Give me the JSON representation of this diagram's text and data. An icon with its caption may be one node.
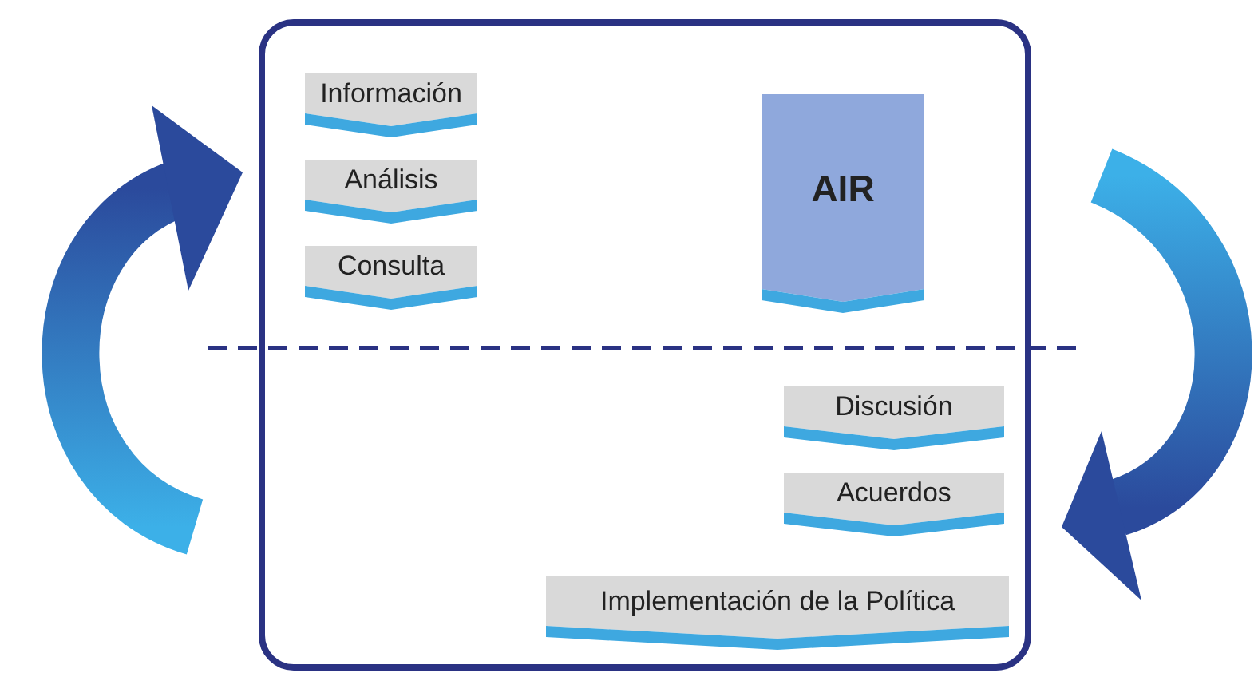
{
  "diagram": {
    "nodes": [
      {
        "text": [],
        "shape": "box"
      },
      {
        "text": [
          "Información"
        ],
        "in": 0
      },
      {
        "text": [
          "Análisis"
        ],
        "in": 0
      },
      {
        "text": [
          "Consulta"
        ],
        "in": 0
      },
      {
        "text": [
          "AIR"
        ],
        "in": 0
      },
      {
        "text": [
          "Discusión"
        ],
        "in": 0
      },
      {
        "text": [
          "Acuerdos"
        ],
        "in": 0
      },
      {
        "text": [
          "Implementación de la Política"
        ],
        "in": 0
      }
    ]
  }
}
